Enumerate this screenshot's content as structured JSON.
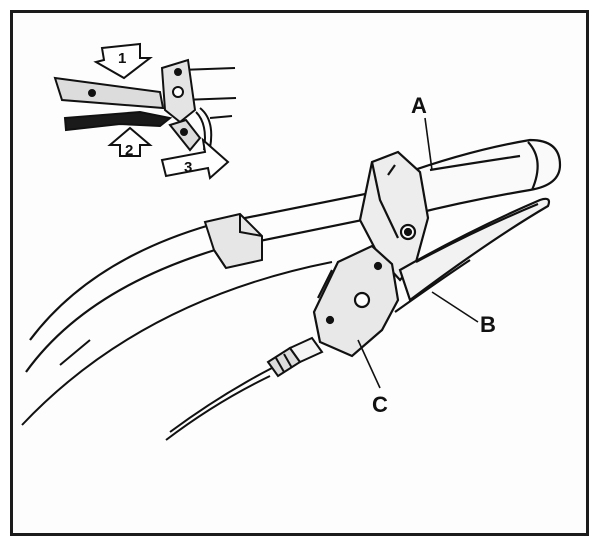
{
  "labels": {
    "a": "A",
    "b": "B",
    "c": "C"
  },
  "steps": {
    "one": "1",
    "two": "2",
    "three": "3"
  },
  "colors": {
    "ink": "#111111",
    "metal": "#d9d9d9",
    "metal_dark": "#9a9a9a",
    "background": "#ffffff"
  }
}
